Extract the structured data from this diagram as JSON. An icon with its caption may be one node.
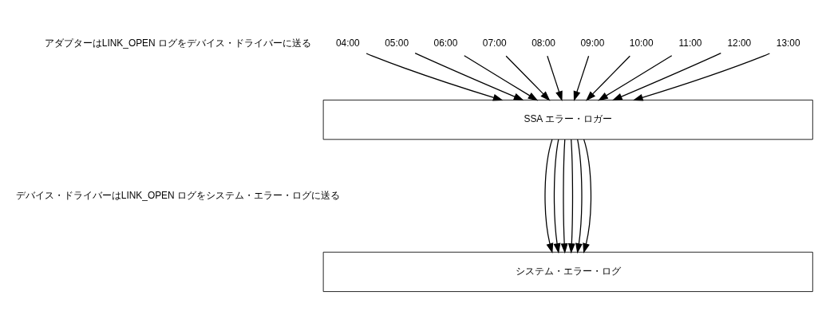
{
  "diagram": {
    "nodes": [
      {
        "text": [
          "04:00"
        ]
      },
      {
        "text": [
          "05:00"
        ]
      },
      {
        "text": [
          "06:00"
        ]
      },
      {
        "text": [
          "07:00"
        ]
      },
      {
        "text": [
          "08:00"
        ]
      },
      {
        "text": [
          "09:00"
        ]
      },
      {
        "text": [
          "10:00"
        ]
      },
      {
        "text": [
          "11:00"
        ]
      },
      {
        "text": [
          "12:00"
        ]
      },
      {
        "text": [
          "13:00"
        ]
      },
      {
        "text": [
          "SSA エラー・ロガー"
        ]
      },
      {
        "text": [
          "システム・エラー・ログ"
        ]
      }
    ],
    "edges": [
      {
        "from": 0,
        "to": 10,
        "arrow": "to"
      },
      {
        "from": 1,
        "to": 10,
        "arrow": "to"
      },
      {
        "from": 2,
        "to": 10,
        "arrow": "to"
      },
      {
        "from": 3,
        "to": 10,
        "arrow": "to"
      },
      {
        "from": 4,
        "to": 10,
        "arrow": "to"
      },
      {
        "from": 5,
        "to": 10,
        "arrow": "to"
      },
      {
        "from": 6,
        "to": 10,
        "arrow": "to"
      },
      {
        "from": 7,
        "to": 10,
        "arrow": "to"
      },
      {
        "from": 8,
        "to": 10,
        "arrow": "to"
      },
      {
        "from": 9,
        "to": 10,
        "arrow": "to"
      },
      {
        "from": 10,
        "to": 11,
        "arrow": "to"
      },
      {
        "from": 10,
        "to": 11,
        "arrow": "to"
      },
      {
        "from": 10,
        "to": 11,
        "arrow": "to"
      },
      {
        "from": 10,
        "to": 11,
        "arrow": "to"
      },
      {
        "from": 10,
        "to": 11,
        "arrow": "to"
      },
      {
        "from": 10,
        "to": 11,
        "arrow": "to"
      }
    ],
    "labels": [
      "アダプターはLINK_OPEN ログをデバイス・ドライバーに送る",
      "デバイス・ドライバーはLINK_OPEN ログをシステム・エラー・ログに送る"
    ]
  }
}
